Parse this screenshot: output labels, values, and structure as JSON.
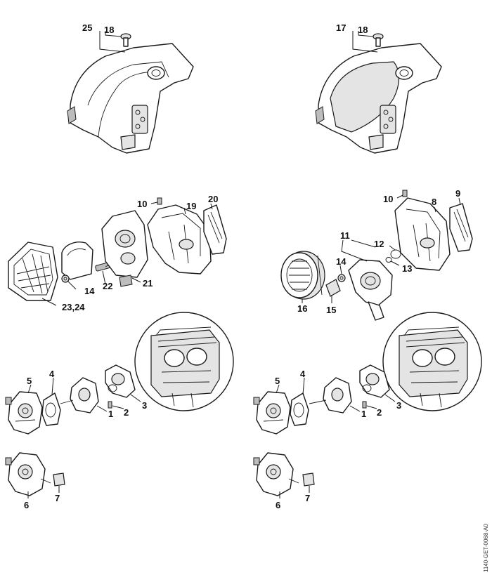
{
  "drawing_code": "1140-GET-0068-A0",
  "labels": {
    "l25": "25",
    "l18a": "18",
    "l17": "17",
    "l18b": "18",
    "l10a": "10",
    "l19": "19",
    "l20": "20",
    "l22": "22",
    "l14a": "14",
    "l21": "21",
    "l2324": "23,24",
    "l10b": "10",
    "l8": "8",
    "l9": "9",
    "l11": "11",
    "l12": "12",
    "l13": "13",
    "l14b": "14",
    "l15": "15",
    "l16": "16",
    "l5a": "5",
    "l4a": "4",
    "l1a": "1",
    "l2a": "2",
    "l3a": "3",
    "l6a": "6",
    "l7a": "7",
    "l5b": "5",
    "l4b": "4",
    "l1b": "1",
    "l2b": "2",
    "l3b": "3",
    "l6b": "6",
    "l7b": "7"
  }
}
